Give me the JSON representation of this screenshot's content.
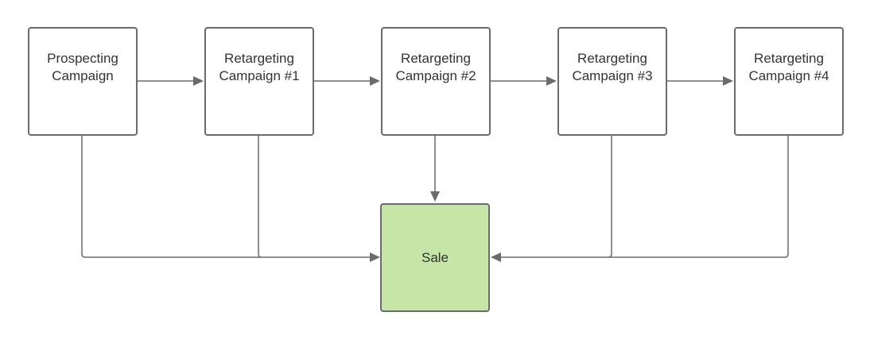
{
  "diagram": {
    "nodes": [
      {
        "id": "prospecting",
        "label_line1": "Prospecting",
        "label_line2": "Campaign"
      },
      {
        "id": "retargeting-1",
        "label_line1": "Retargeting",
        "label_line2": "Campaign #1"
      },
      {
        "id": "retargeting-2",
        "label_line1": "Retargeting",
        "label_line2": "Campaign #2"
      },
      {
        "id": "retargeting-3",
        "label_line1": "Retargeting",
        "label_line2": "Campaign #3"
      },
      {
        "id": "retargeting-4",
        "label_line1": "Retargeting",
        "label_line2": "Campaign #4"
      },
      {
        "id": "sale",
        "label_line1": "Sale",
        "label_line2": ""
      }
    ],
    "edges": [
      {
        "from": "prospecting",
        "to": "retargeting-1"
      },
      {
        "from": "retargeting-1",
        "to": "retargeting-2"
      },
      {
        "from": "retargeting-2",
        "to": "retargeting-3"
      },
      {
        "from": "retargeting-3",
        "to": "retargeting-4"
      },
      {
        "from": "prospecting",
        "to": "sale"
      },
      {
        "from": "retargeting-1",
        "to": "sale"
      },
      {
        "from": "retargeting-2",
        "to": "sale"
      },
      {
        "from": "retargeting-3",
        "to": "sale"
      },
      {
        "from": "retargeting-4",
        "to": "sale"
      }
    ],
    "colors": {
      "node_border": "#6b6b6b",
      "node_fill": "#ffffff",
      "sale_fill": "#c5e6a6",
      "connector": "#6b6b6b",
      "text": "#333333"
    }
  }
}
